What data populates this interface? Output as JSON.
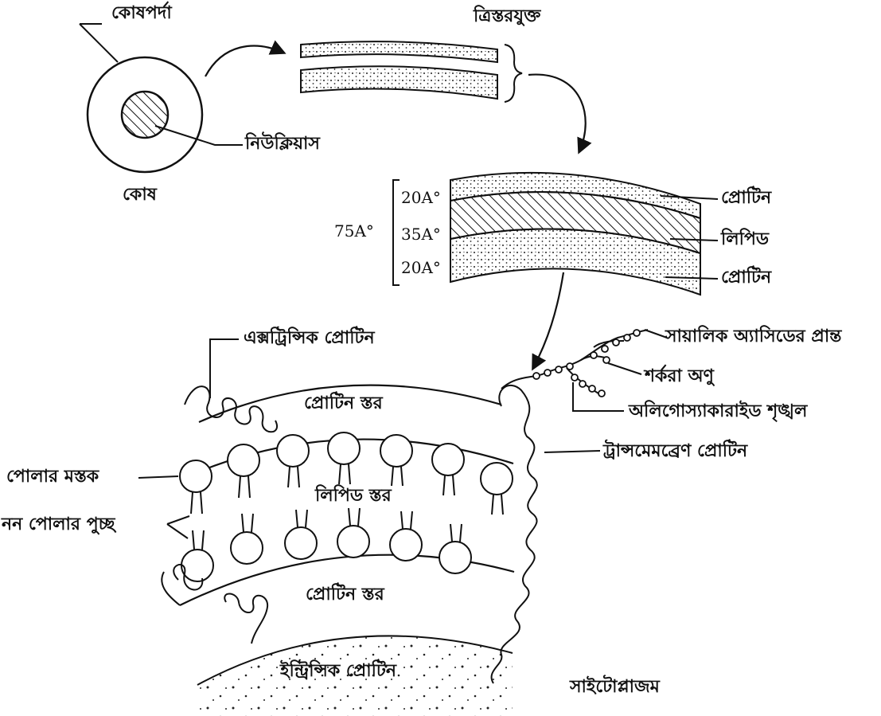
{
  "labels": {
    "cell_membrane": "কোষপর্দা",
    "trilaminar": "ত্রিস্তরযুক্ত",
    "nucleus": "নিউক্লিয়াস",
    "cell": "কোষ",
    "protein_top": "প্রোটিন",
    "lipid": "লিপিড",
    "protein_bottom": "প্রোটিন",
    "extrinsic_protein_top": "এক্সট্রিন্সিক প্রোটিন",
    "sialic_acid_end": "সায়ালিক অ্যাসিডের প্রান্ত",
    "sugar_molecule": "শর্করা অণু",
    "oligosaccharide_chain": "অলিগোস্যাকারাইড শৃঙ্খল",
    "transmembrane_protein": "ট্রান্সমেমব্রেণ প্রোটিন",
    "polar_head": "পোলার মস্তক",
    "nonpolar_tail": "নন পোলার পুচ্ছ",
    "protein_layer_top": "প্রোটিন স্তর",
    "lipid_layer": "লিপিড স্তর",
    "protein_layer_bottom": "প্রোটিন স্তর",
    "intrinsic_protein": "ইন্ট্রিন্সিক প্রোটিন",
    "cytoplasm": "সাইটোপ্লাজম"
  },
  "dimensions": {
    "total": "75A°",
    "outer_protein": "20A°",
    "lipid_core": "35A°",
    "inner_protein": "20A°"
  }
}
